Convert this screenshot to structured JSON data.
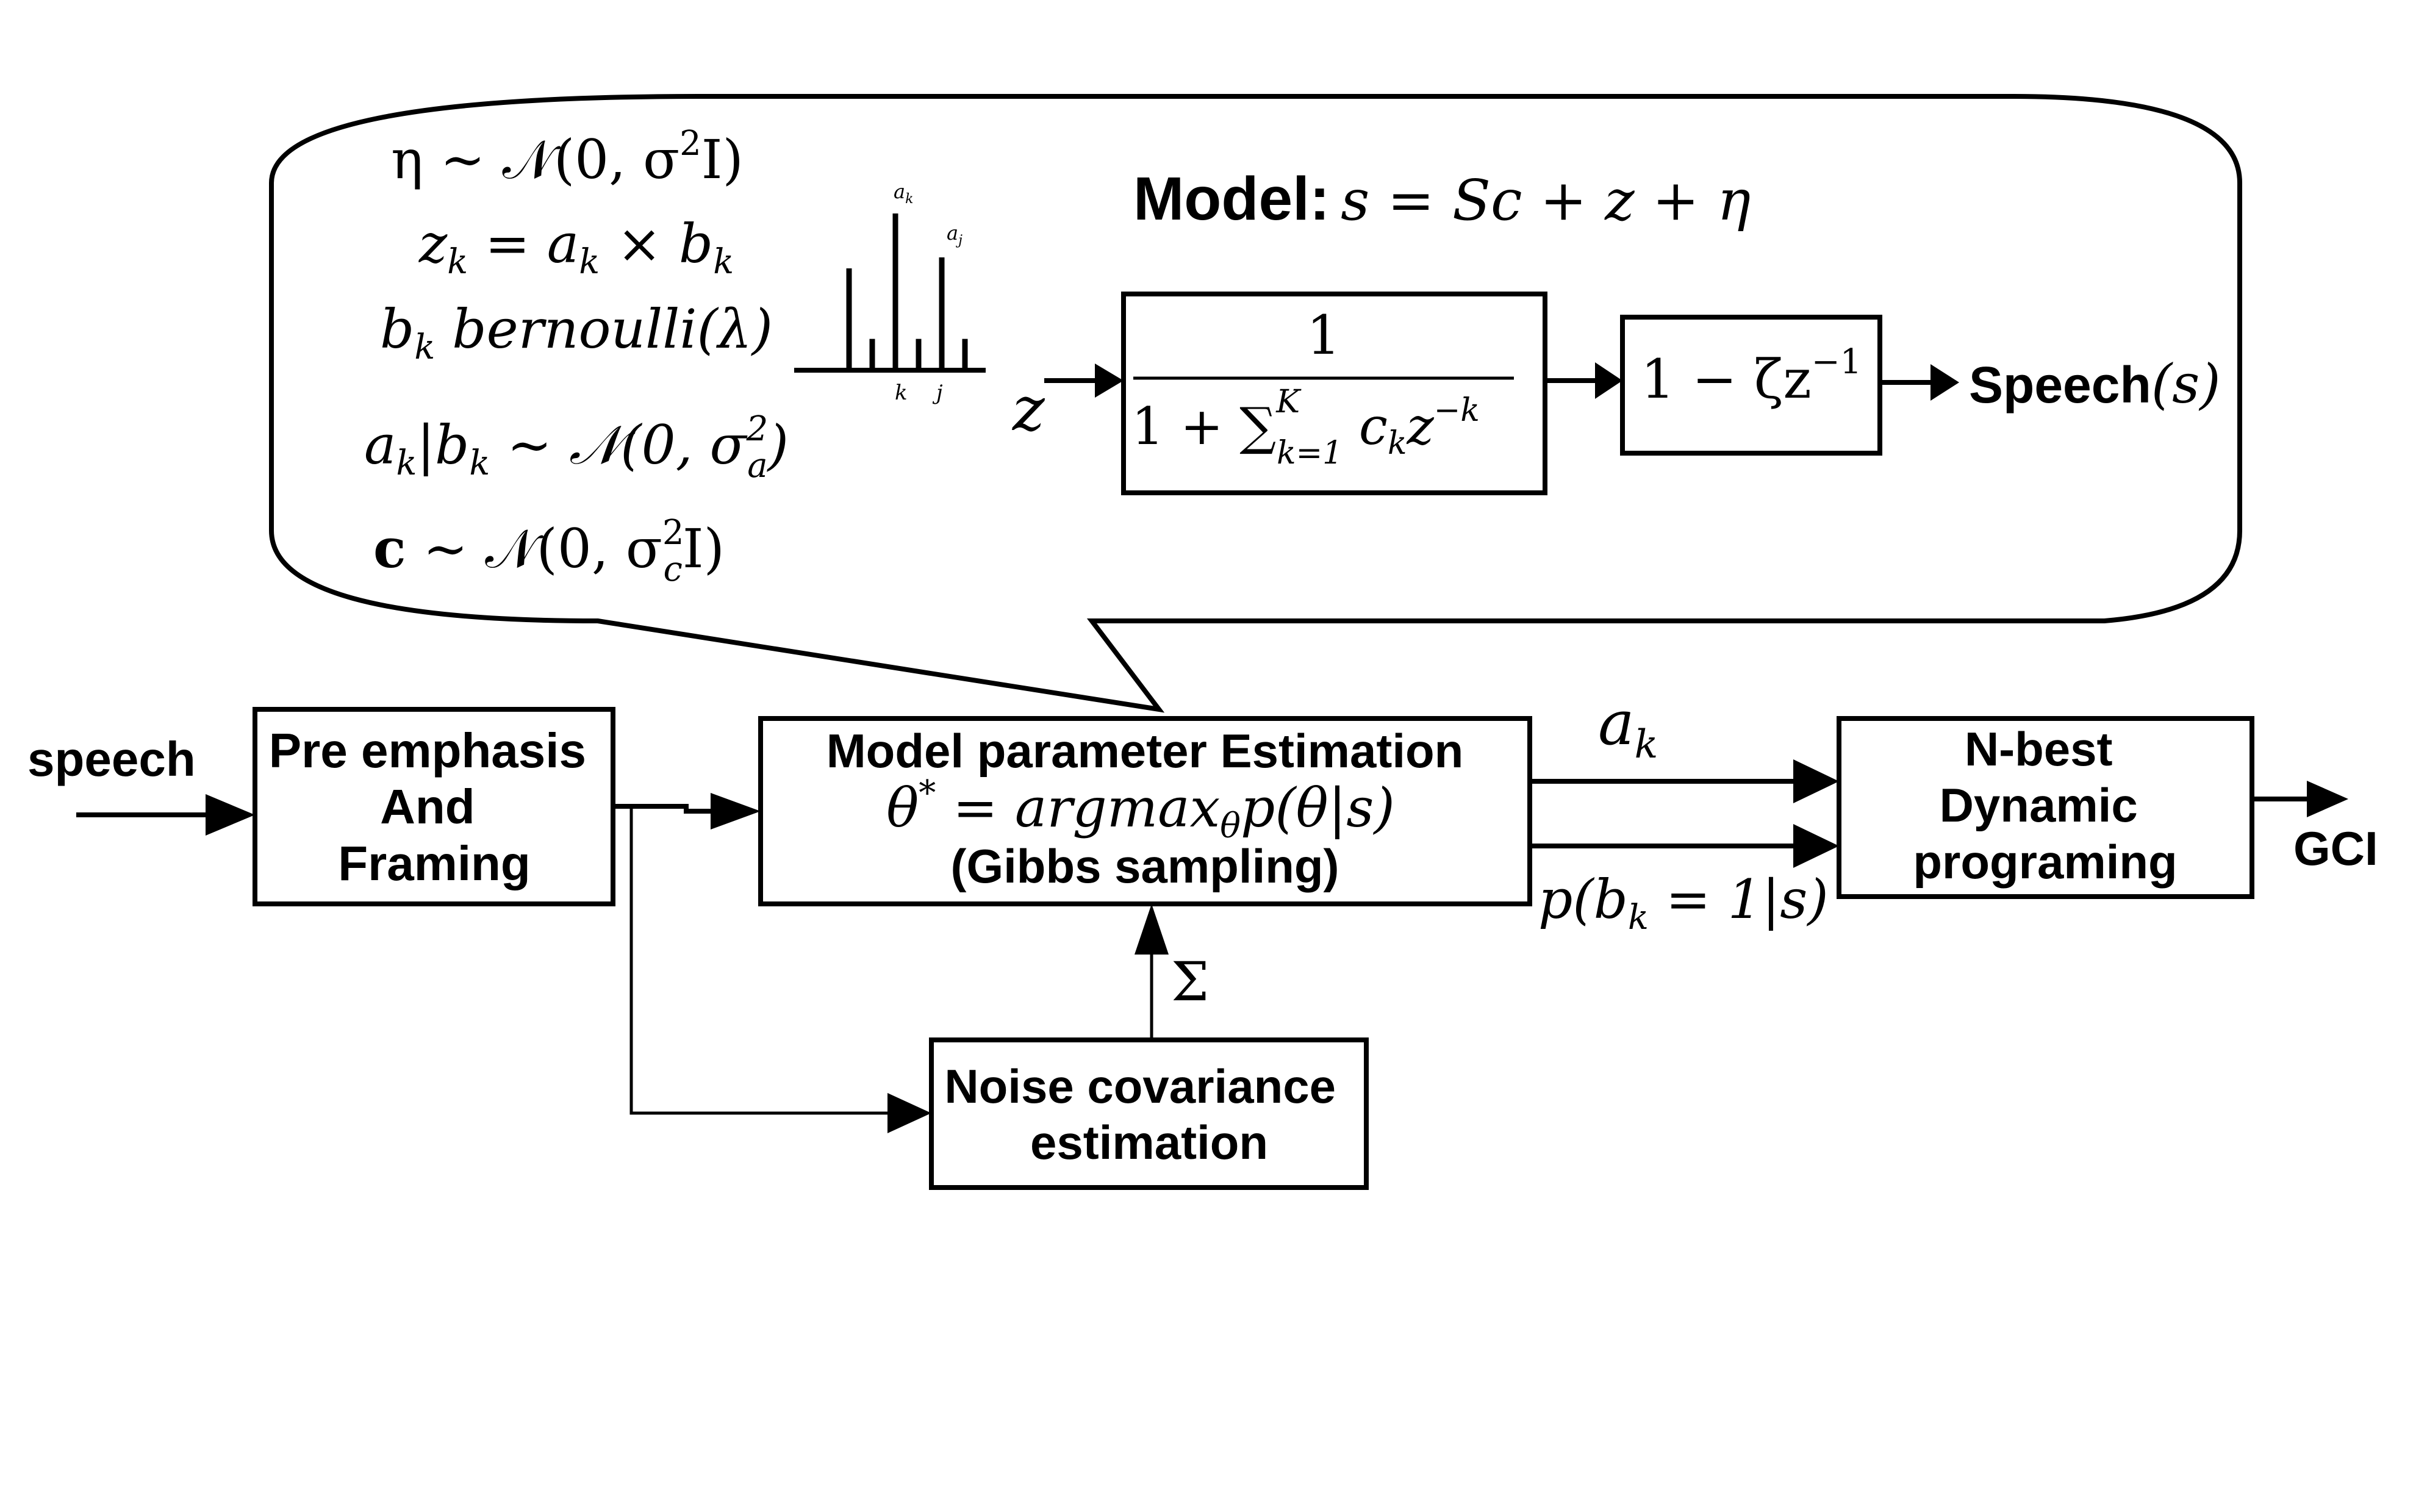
{
  "callout": {
    "priors": [
      "η ∼ 𝒩(0, σ²I)",
      "z_k = a_k × b_k",
      "b_k bernoulli(λ)",
      "a_k|b_k ∼ 𝒩(0, σ_a²)",
      "c ∼ 𝒩(0, σ_c²I)"
    ],
    "prior_parts": {
      "eta": {
        "main": "η ∼ 𝒩(0, σ",
        "sup": "2",
        "tail": "I)"
      },
      "zk": {
        "main": "z",
        "sub": "k",
        "mid": " = a",
        "sub2": "k",
        "mid2": " × b",
        "sub3": "k"
      },
      "bk": {
        "main": "b",
        "sub": "k",
        "tail": " bernoulli(λ)"
      },
      "ak": {
        "main": "a",
        "sub": "k",
        "mid": "|b",
        "sub2": "k",
        "tail": " ∼ 𝒩(0, σ",
        "sup": "2",
        "sub3": "a",
        "end": ")"
      },
      "c": {
        "bold": "c",
        "main": " ∼ 𝒩(0, σ",
        "sup": "2",
        "sub": "c",
        "tail": "I)"
      }
    },
    "impulse_plot": {
      "label_peak_k": "a_k",
      "label_peak_k_main": "a",
      "label_peak_k_sub": "k",
      "label_peak_j_main": "a",
      "label_peak_j_sub": "j",
      "axis_label_k": "k",
      "axis_label_j": "j",
      "relative_heights": [
        0.65,
        0.2,
        1.0,
        0.2,
        0.72,
        0.2
      ]
    },
    "model_title": "Model:",
    "model_equation": "s = Sc + z + η",
    "input_label": "z",
    "filter1": {
      "numerator": "1",
      "denominator_pre": "1 + ∑",
      "sum_upper": "K",
      "sum_lower": "k=1",
      "denominator_post": " c",
      "ck_sub": "k",
      "z_term": "z",
      "z_exp": "−k"
    },
    "filter2": {
      "text": "1 − ζz",
      "exp": "−1"
    },
    "output_label": "Speech",
    "output_math": "(s)"
  },
  "pipeline": {
    "input_label": "speech",
    "pre_emphasis": [
      "Pre emphasis",
      "And",
      "Framing"
    ],
    "model_estimation": {
      "title": "Model parameter Estimation",
      "equation_lhs": "θ",
      "equation_sup": "*",
      "equation_rhs": " = argmax",
      "equation_sub": "θ",
      "equation_tail": "p(θ|s)",
      "subtitle": "(Gibbs sampling)"
    },
    "noise_box": [
      "Noise covariance",
      "estimation"
    ],
    "sigma_label": "Σ",
    "ak_label_main": "a",
    "ak_label_sub": "k",
    "pbk_label_main": "p(b",
    "pbk_label_sub": "k",
    "pbk_label_tail": " = 1|s)",
    "nbest": [
      "N-best",
      "Dynamic",
      "programing"
    ],
    "output_label": "GCI"
  }
}
